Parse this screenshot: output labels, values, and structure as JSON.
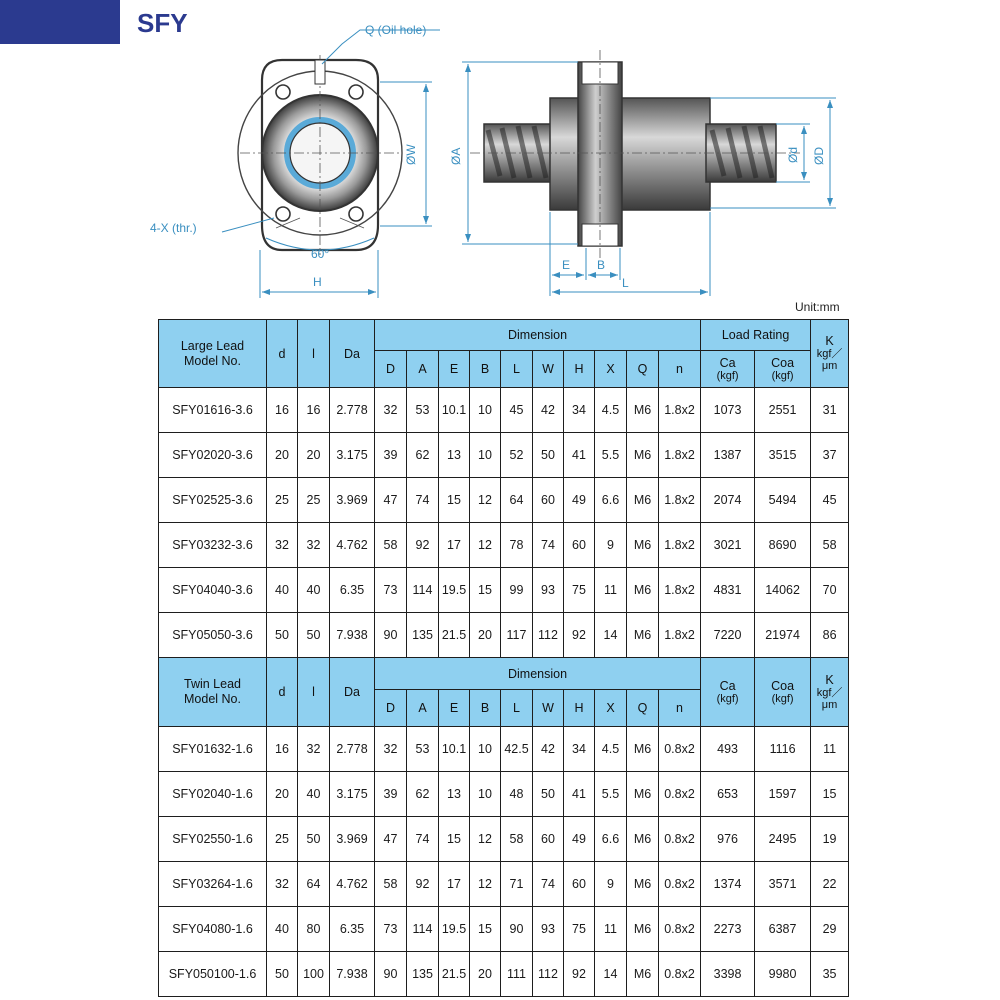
{
  "page": {
    "title": "SFY",
    "unit": "Unit:mm"
  },
  "drawing_labels": {
    "oil_hole": "Q (Oil hole)",
    "thread_holes": "4-X (thr.)",
    "angle": "60°",
    "width_h": "H",
    "dia_w": "ØW",
    "dia_a": "ØA",
    "dia_d_small": "Ød",
    "dia_d_large": "ØD",
    "dim_e": "E",
    "dim_b": "B",
    "dim_l": "L"
  },
  "columns": {
    "d": "d",
    "l": "l",
    "da": "Da",
    "dimension": "Dimension",
    "D": "D",
    "A": "A",
    "E": "E",
    "B": "B",
    "L": "L",
    "W": "W",
    "H": "H",
    "X": "X",
    "Q": "Q",
    "n": "n",
    "load_rating": "Load Rating",
    "ca": "Ca",
    "ca_unit": "(kgf)",
    "coa": "Coa",
    "coa_unit": "(kgf)",
    "k": "K",
    "k_unit1": "kgf／",
    "k_unit2": "μm"
  },
  "large_lead": {
    "header": [
      "Large Lead",
      "Model No."
    ],
    "rows": [
      [
        "SFY01616-3.6",
        "16",
        "16",
        "2.778",
        "32",
        "53",
        "10.1",
        "10",
        "45",
        "42",
        "34",
        "4.5",
        "M6",
        "1.8x2",
        "1073",
        "2551",
        "31"
      ],
      [
        "SFY02020-3.6",
        "20",
        "20",
        "3.175",
        "39",
        "62",
        "13",
        "10",
        "52",
        "50",
        "41",
        "5.5",
        "M6",
        "1.8x2",
        "1387",
        "3515",
        "37"
      ],
      [
        "SFY02525-3.6",
        "25",
        "25",
        "3.969",
        "47",
        "74",
        "15",
        "12",
        "64",
        "60",
        "49",
        "6.6",
        "M6",
        "1.8x2",
        "2074",
        "5494",
        "45"
      ],
      [
        "SFY03232-3.6",
        "32",
        "32",
        "4.762",
        "58",
        "92",
        "17",
        "12",
        "78",
        "74",
        "60",
        "9",
        "M6",
        "1.8x2",
        "3021",
        "8690",
        "58"
      ],
      [
        "SFY04040-3.6",
        "40",
        "40",
        "6.35",
        "73",
        "114",
        "19.5",
        "15",
        "99",
        "93",
        "75",
        "11",
        "M6",
        "1.8x2",
        "4831",
        "14062",
        "70"
      ],
      [
        "SFY05050-3.6",
        "50",
        "50",
        "7.938",
        "90",
        "135",
        "21.5",
        "20",
        "117",
        "112",
        "92",
        "14",
        "M6",
        "1.8x2",
        "7220",
        "21974",
        "86"
      ]
    ]
  },
  "twin_lead": {
    "header": [
      "Twin Lead",
      "Model No."
    ],
    "rows": [
      [
        "SFY01632-1.6",
        "16",
        "32",
        "2.778",
        "32",
        "53",
        "10.1",
        "10",
        "42.5",
        "42",
        "34",
        "4.5",
        "M6",
        "0.8x2",
        "493",
        "1116",
        "11"
      ],
      [
        "SFY02040-1.6",
        "20",
        "40",
        "3.175",
        "39",
        "62",
        "13",
        "10",
        "48",
        "50",
        "41",
        "5.5",
        "M6",
        "0.8x2",
        "653",
        "1597",
        "15"
      ],
      [
        "SFY02550-1.6",
        "25",
        "50",
        "3.969",
        "47",
        "74",
        "15",
        "12",
        "58",
        "60",
        "49",
        "6.6",
        "M6",
        "0.8x2",
        "976",
        "2495",
        "19"
      ],
      [
        "SFY03264-1.6",
        "32",
        "64",
        "4.762",
        "58",
        "92",
        "17",
        "12",
        "71",
        "74",
        "60",
        "9",
        "M6",
        "0.8x2",
        "1374",
        "3571",
        "22"
      ],
      [
        "SFY04080-1.6",
        "40",
        "80",
        "6.35",
        "73",
        "114",
        "19.5",
        "15",
        "90",
        "93",
        "75",
        "11",
        "M6",
        "0.8x2",
        "2273",
        "6387",
        "29"
      ],
      [
        "SFY050100-1.6",
        "50",
        "100",
        "7.938",
        "90",
        "135",
        "21.5",
        "20",
        "111",
        "112",
        "92",
        "14",
        "M6",
        "0.8x2",
        "3398",
        "9980",
        "35"
      ]
    ]
  },
  "colors": {
    "brand": "#2b3a8f",
    "header_fill": "#8fd0f0",
    "dimension_line": "#3a8fc0"
  },
  "icons": {
    "front_view": "ballscrew-nut-front-view",
    "side_view": "ballscrew-nut-side-view"
  }
}
